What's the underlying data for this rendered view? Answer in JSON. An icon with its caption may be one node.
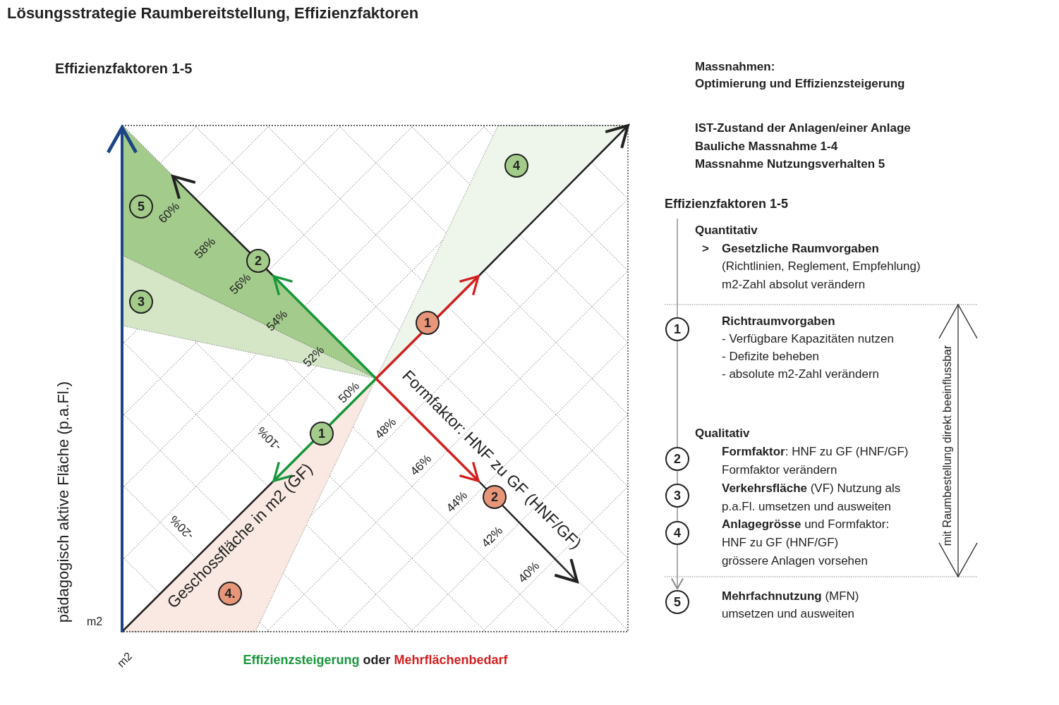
{
  "diagram": {
    "title": "Lösungsstrategie Raumbereitstellung, Effizienzfaktoren",
    "nodes": [
      {
        "text": [
          "4"
        ]
      },
      {
        "text": [
          "5"
        ]
      },
      {
        "text": [
          "2"
        ]
      },
      {
        "text": [
          "3"
        ]
      },
      {
        "text": [
          "1"
        ]
      },
      {
        "text": [
          "1"
        ]
      },
      {
        "text": [
          "2"
        ]
      },
      {
        "text": [
          "4."
        ]
      },
      {
        "text": [
          "1"
        ],
        "beside": [
          "Richtraumvorgaben",
          "- Verfügbare Kapazitäten nutzen",
          "- Defizite beheben",
          "- absolute m2-Zahl verändern"
        ]
      },
      {
        "text": [
          "2"
        ],
        "beside": [
          "**Formfaktor**: HNF zu GF (HNF/GF)",
          "Formfaktor verändern"
        ]
      },
      {
        "text": [
          "3"
        ],
        "beside": [
          "**Verkehrsfläche** (VF) Nutzung als",
          "p.a.Fl. umsetzen und ausweiten"
        ]
      },
      {
        "text": [
          "4"
        ],
        "beside": [
          "**Anlagegrösse** und Formfaktor:",
          "HNF zu GF (HNF/GF)",
          "grössere Anlagen vorsehen"
        ]
      },
      {
        "text": [
          "5"
        ],
        "beside": [
          "**Mehrfachnutzung** (MFN)",
          "umsetzen und ausweiten"
        ]
      }
    ],
    "edges": [
      {
        "from": null,
        "to": 8,
        "arrow": "none"
      },
      {
        "from": 8,
        "to": 9,
        "arrow": "none"
      },
      {
        "from": 9,
        "to": 10,
        "arrow": "none"
      },
      {
        "from": 10,
        "to": 11,
        "arrow": "none"
      },
      {
        "from": 11,
        "to": 12,
        "arrow": "to"
      }
    ],
    "labels": [
      "Effizienzfaktoren 1-5",
      "Massnahmen:",
      "Optimierung und Effizienzsteigerung",
      "IST-Zustand der Anlagen/einer Anlage",
      "Bauliche Massnahme 1-4",
      "Massnahme Nutzungsverhalten 5",
      "Effizienzfaktoren 1-5",
      "Quantitativ",
      ">",
      "Gesetzliche Raumvorgaben",
      "(Richtlinien, Reglement, Empfehlung)",
      "m2-Zahl absolut verändern",
      "60%",
      "58%",
      "56%",
      "54%",
      "52%",
      "50%",
      "-10%",
      "48%",
      "46%",
      "-20%",
      "44%",
      "42%",
      "40%",
      "Geschossfläche in m2 (GF)",
      "Formfaktor: HNF zu GF (HNF/GF)",
      "pädagogisch aktive Fläche (p.a.Fl.)",
      "Qualitativ",
      "mit Raumbestellung direkt beeinflussbar",
      "m2",
      "m2",
      "Effizienzsteigerung",
      "oder",
      "Mehrflächenbedarf"
    ]
  }
}
